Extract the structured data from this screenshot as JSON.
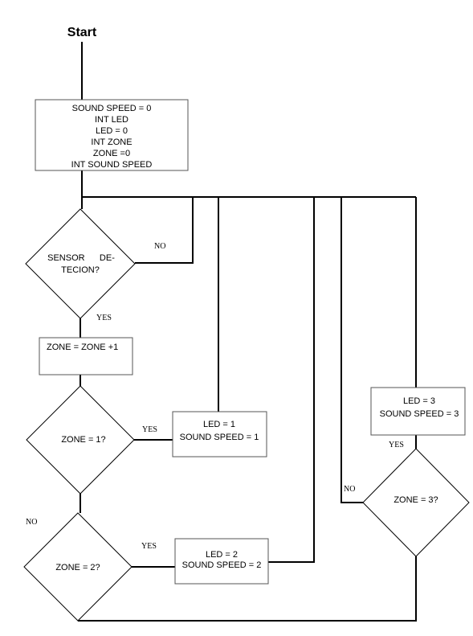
{
  "start_label": "Start",
  "init_box": {
    "lines": [
      "SOUND SPEED = 0",
      "INT LED",
      "LED = 0",
      "INT ZONE",
      "ZONE =0",
      "INT SOUND SPEED"
    ]
  },
  "decision_sensor": {
    "lines": [
      "SENSOR      DE-",
      "TECION?"
    ],
    "no_label": "NO",
    "yes_label": "YES"
  },
  "increment_box": {
    "text": "ZONE = ZONE +1"
  },
  "decision_zone1": {
    "text": "ZONE = 1?",
    "yes_label": "YES",
    "no_label": "NO"
  },
  "zone1_box": {
    "lines": [
      "LED = 1",
      "SOUND SPEED = 1"
    ]
  },
  "decision_zone2": {
    "text": "ZONE = 2?",
    "yes_label": "YES"
  },
  "zone2_box": {
    "lines": [
      "LED = 2",
      "SOUND SPEED = 2"
    ]
  },
  "zone3_box": {
    "lines": [
      "LED = 3",
      "SOUND SPEED = 3"
    ]
  },
  "decision_zone3": {
    "text": "ZONE = 3?",
    "yes_label": "YES",
    "no_label": "NO"
  }
}
